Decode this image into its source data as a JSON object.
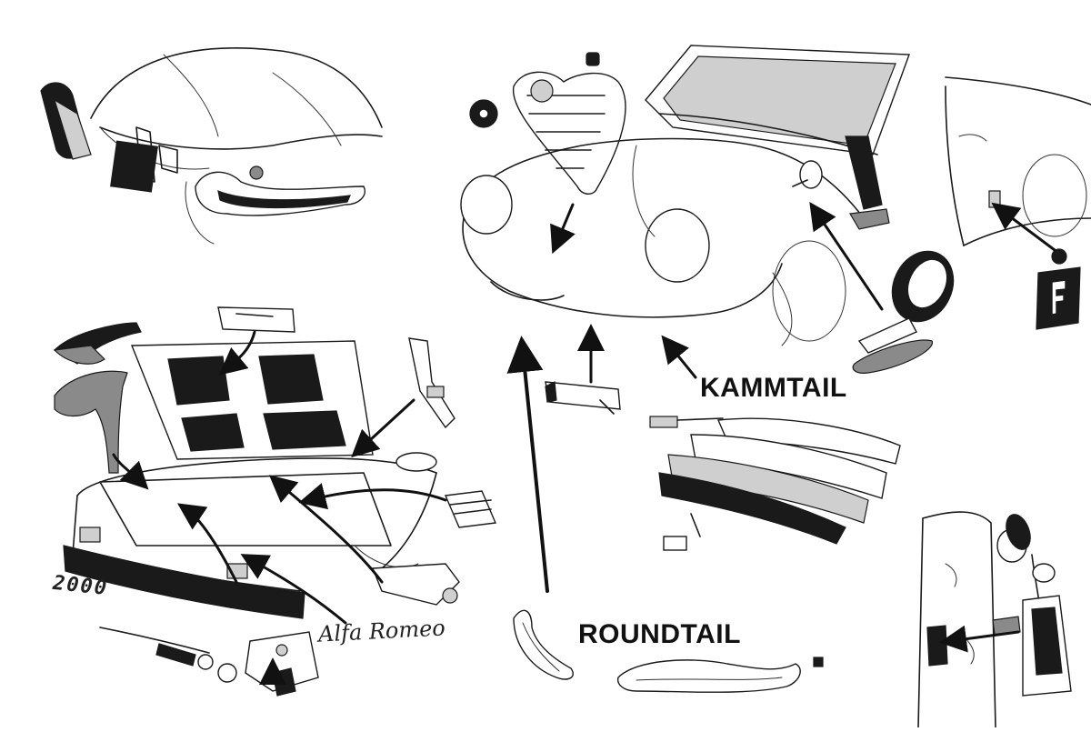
{
  "labels": {
    "kammtail": "KAMMTAIL",
    "roundtail": "ROUNDTAIL"
  },
  "badges": {
    "model_badge": "2000",
    "script_badge": "Alfa Romeo"
  },
  "colors": {
    "ink": "#1a1a1a",
    "background": "#ffffff"
  }
}
